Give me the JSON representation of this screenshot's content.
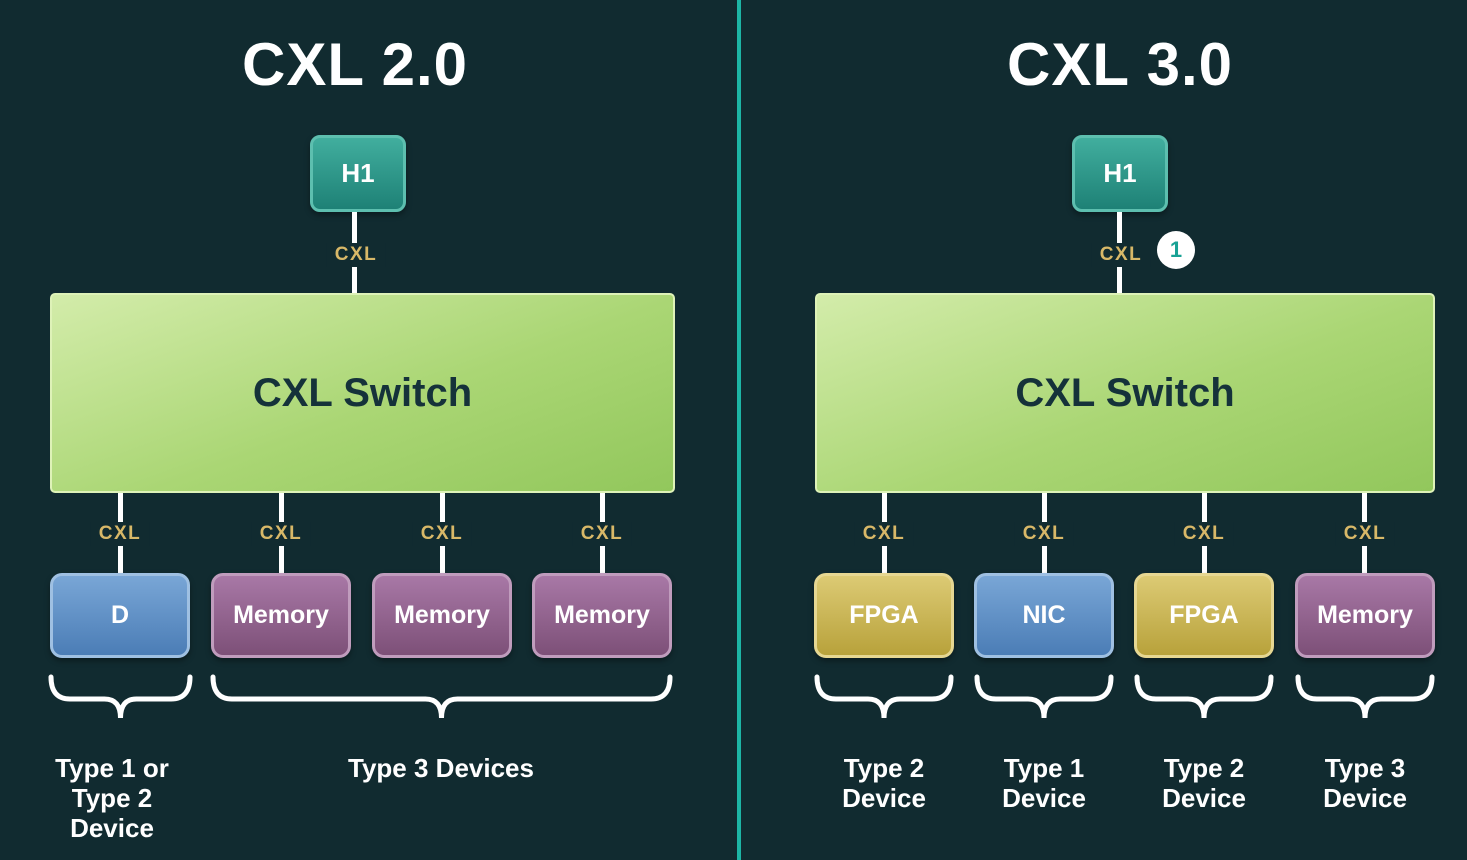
{
  "background": "#112b30",
  "divider_color": "#1db5a5",
  "panels": [
    {
      "title": "CXL 2.0",
      "host_label": "H1",
      "host_link": "CXL",
      "switch_label": "CXL Switch",
      "devices": [
        {
          "label": "D",
          "color": "blue",
          "link": "CXL"
        },
        {
          "label": "Memory",
          "color": "purple",
          "link": "CXL"
        },
        {
          "label": "Memory",
          "color": "purple",
          "link": "CXL"
        },
        {
          "label": "Memory",
          "color": "purple",
          "link": "CXL"
        }
      ],
      "groups": [
        {
          "lines": [
            "Type 1 or",
            "Type 2",
            "Device"
          ]
        },
        {
          "lines": [
            "Type 3 Devices"
          ]
        }
      ]
    },
    {
      "title": "CXL 3.0",
      "host_label": "H1",
      "host_link": "CXL",
      "badge": "1",
      "switch_label": "CXL Switch",
      "devices": [
        {
          "label": "FPGA",
          "color": "gold",
          "link": "CXL"
        },
        {
          "label": "NIC",
          "color": "blue",
          "link": "CXL"
        },
        {
          "label": "FPGA",
          "color": "gold",
          "link": "CXL"
        },
        {
          "label": "Memory",
          "color": "purple",
          "link": "CXL"
        }
      ],
      "groups": [
        {
          "lines": [
            "Type 2",
            "Device"
          ]
        },
        {
          "lines": [
            "Type 1",
            "Device"
          ]
        },
        {
          "lines": [
            "Type 2",
            "Device"
          ]
        },
        {
          "lines": [
            "Type 3",
            "Device"
          ]
        }
      ]
    }
  ]
}
